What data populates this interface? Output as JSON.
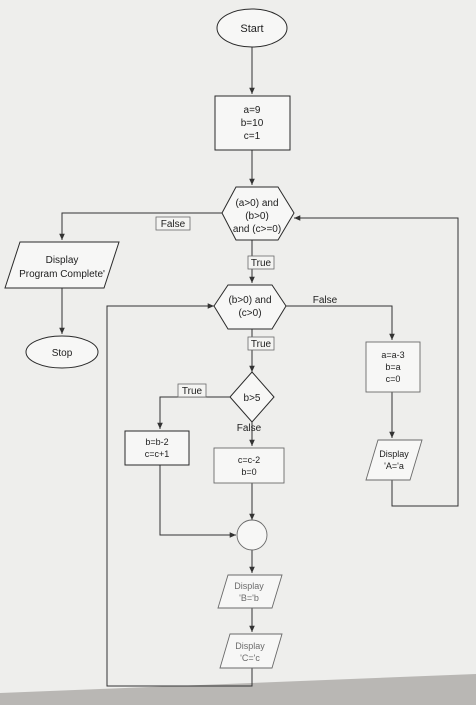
{
  "flowchart": {
    "start": "Start",
    "init": [
      "a=9",
      "b=10",
      "c=1"
    ],
    "cond1": [
      "(a>0) and",
      "(b>0)",
      "and (c>=0)"
    ],
    "display_complete": [
      "Display",
      "Program Complete'"
    ],
    "stop": "Stop",
    "cond2": [
      "(b>0) and",
      "(c>0)"
    ],
    "cond3": "b>5",
    "proc_b": [
      "b=b-2",
      "c=c+1"
    ],
    "proc_c": [
      "c=c-2",
      "b=0"
    ],
    "proc_a": [
      "a=a-3",
      "b=a",
      "c=0"
    ],
    "display_a": [
      "Display",
      "'A='a"
    ],
    "display_b": [
      "Display",
      "'B='b"
    ],
    "display_c": [
      "Display",
      "'C='c"
    ],
    "labels": {
      "false1": "False",
      "true1": "True",
      "false2": "False",
      "true2": "True",
      "true3": "True",
      "false3": "False"
    }
  }
}
